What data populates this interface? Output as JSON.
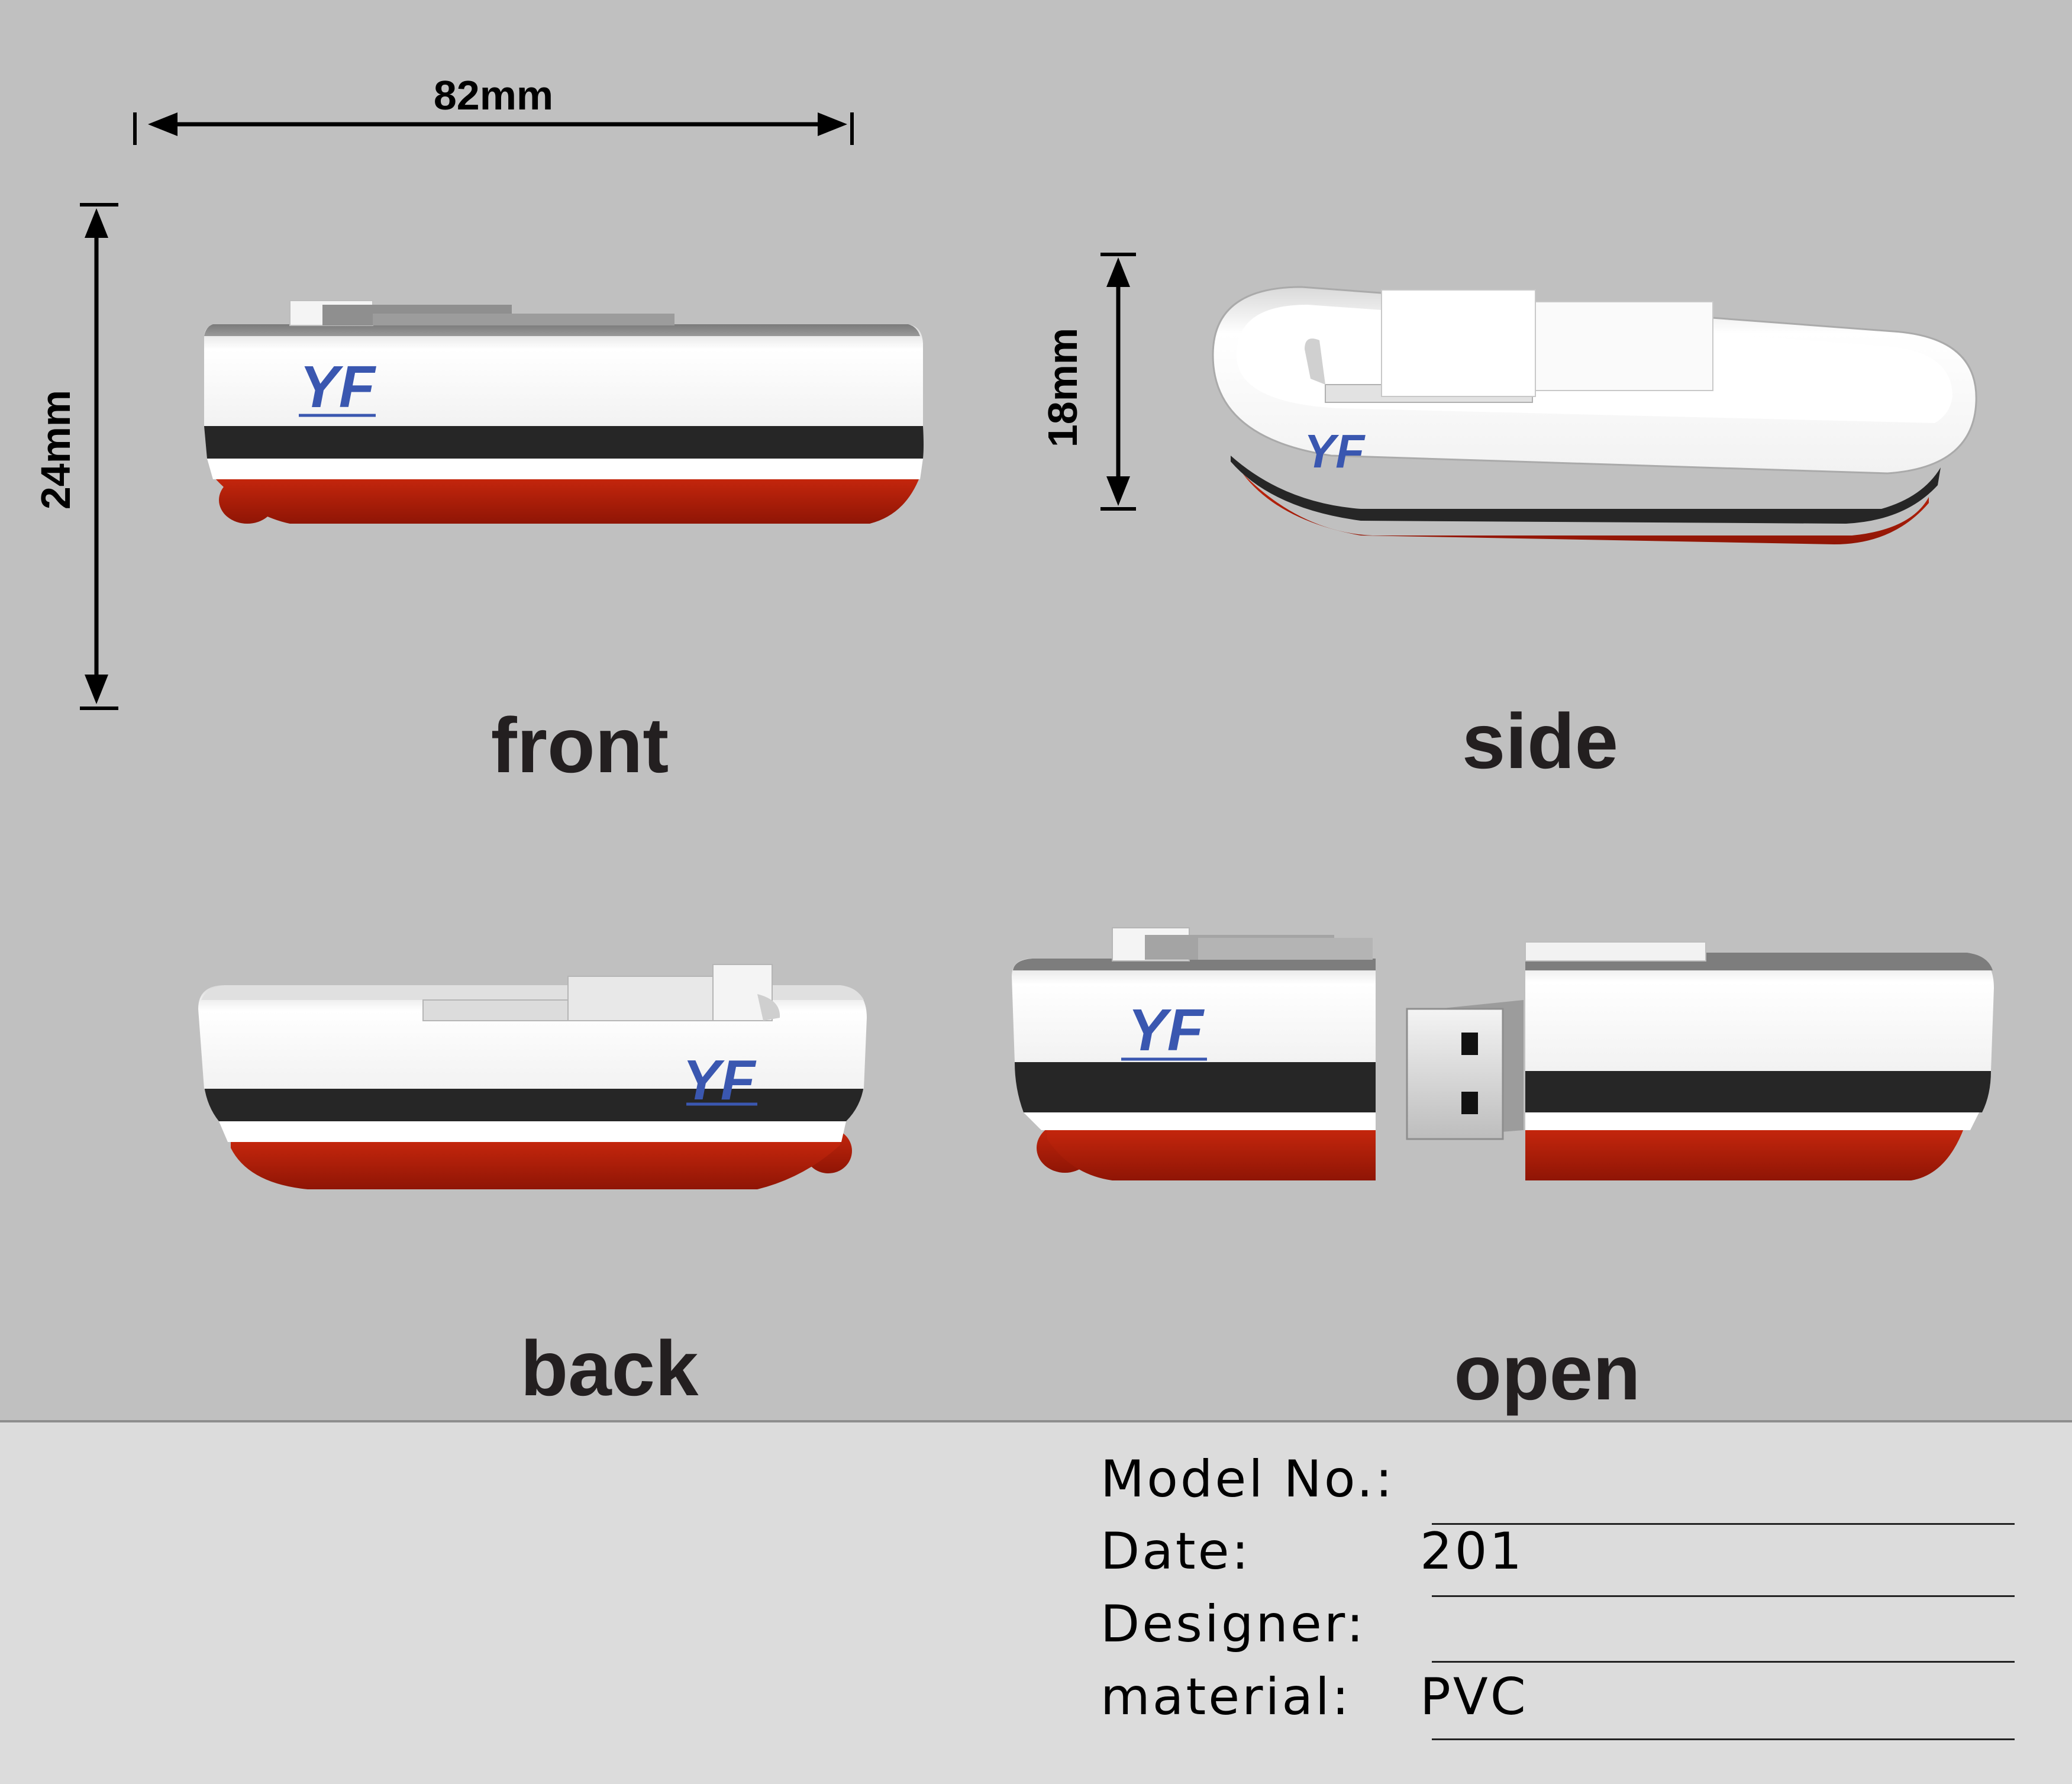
{
  "dimensions": {
    "width_label": "82mm",
    "height_label": "24mm",
    "depth_label": "18mm"
  },
  "views": {
    "front": "front",
    "side": "side",
    "back": "back",
    "open": "open"
  },
  "logo": {
    "text": "YF",
    "tagline": "——"
  },
  "title_block": {
    "model_label": "Model No.:",
    "model_value": "",
    "date_label": "Date:",
    "date_value": "201",
    "designer_label": "Designer:",
    "designer_value": "",
    "material_label": "material:",
    "material_value": "PVC"
  },
  "colors": {
    "background_top": "#c0c0c0",
    "background_bottom": "#dcdcdc",
    "hull_red": "#b11f0a",
    "hull_white": "#ffffff",
    "stripe_black": "#262626",
    "logo_blue": "#3a57b0"
  }
}
